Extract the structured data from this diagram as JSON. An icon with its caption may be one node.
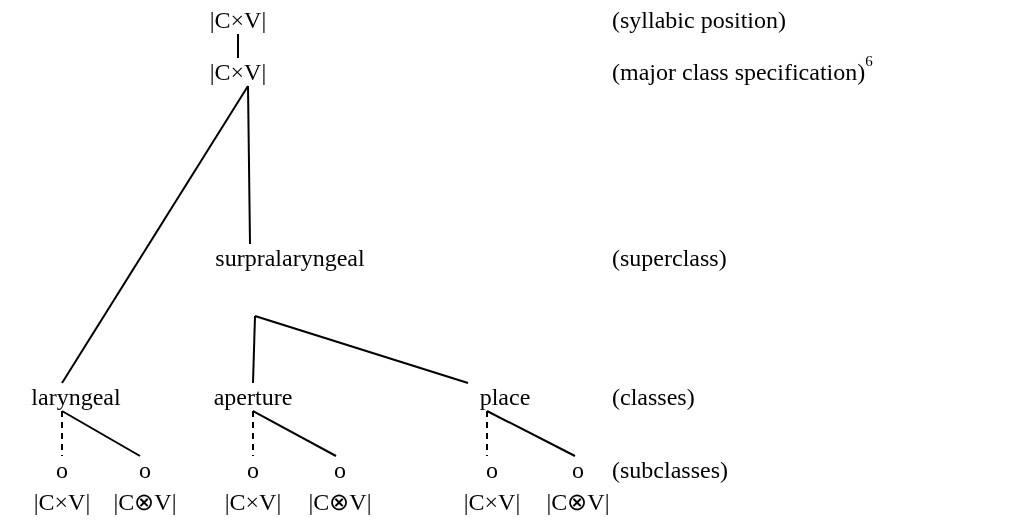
{
  "diagram": {
    "nodes": [
      {
        "text": [
          "|C×V|"
        ]
      },
      {
        "text": [
          "|C×V|"
        ]
      },
      {
        "text": [
          "surpralaryngeal"
        ]
      },
      {
        "text": [
          "laryngeal"
        ]
      },
      {
        "text": [
          "aperture"
        ]
      },
      {
        "text": [
          "place"
        ]
      },
      {
        "text": [
          "o"
        ],
        "beside": [
          "|C×V|"
        ]
      },
      {
        "text": [
          "o"
        ],
        "beside": [
          "|C⊗V|"
        ]
      },
      {
        "text": [
          "o"
        ],
        "beside": [
          "|C×V|"
        ]
      },
      {
        "text": [
          "o"
        ],
        "beside": [
          "|C⊗V|"
        ]
      },
      {
        "text": [
          "o"
        ],
        "beside": [
          "|C×V|"
        ]
      },
      {
        "text": [
          "o"
        ],
        "beside": [
          "|C⊗V|"
        ]
      }
    ],
    "edges": [
      {
        "from": 0,
        "to": 1,
        "arrow": "none"
      },
      {
        "from": 1,
        "to": 3,
        "arrow": "none"
      },
      {
        "from": 1,
        "to": 2,
        "arrow": "none"
      },
      {
        "from": 2,
        "to": 4,
        "arrow": "none"
      },
      {
        "from": 2,
        "to": 5,
        "arrow": "none"
      },
      {
        "from": 3,
        "to": 6,
        "arrow": "none",
        "style": "dashed"
      },
      {
        "from": 3,
        "to": 7,
        "arrow": "none"
      },
      {
        "from": 4,
        "to": 8,
        "arrow": "none",
        "style": "dashed"
      },
      {
        "from": 4,
        "to": 9,
        "arrow": "none"
      },
      {
        "from": 5,
        "to": 10,
        "arrow": "none",
        "style": "dashed"
      },
      {
        "from": 5,
        "to": 11,
        "arrow": "none"
      }
    ],
    "labels": [
      "(syllabic position)",
      "(major class specification)$^{6}$",
      "(superclass)",
      "(classes)",
      "(subclasses)"
    ]
  }
}
